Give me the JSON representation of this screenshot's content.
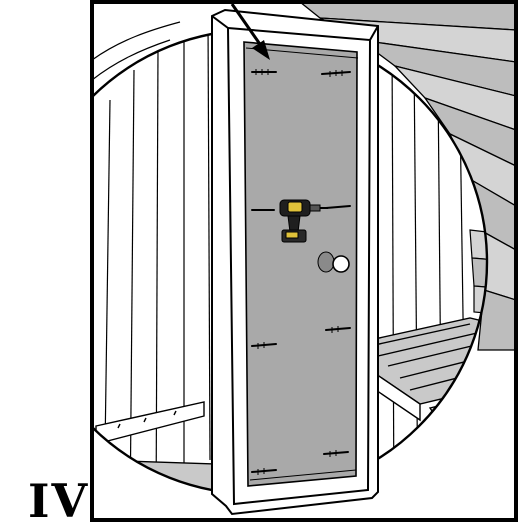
{
  "figure": {
    "step_label": "IV",
    "scene": "sauna-door-panel-installation",
    "colors": {
      "frame": "#000000",
      "door_panel": "#a9a9a9",
      "wood": "#ffffff",
      "bench_slat": "#c9c9c9",
      "roof_slat": "#bdbdbd",
      "drill_body": "#1f1f1f",
      "drill_accent": "#e0c23a"
    },
    "screws": {
      "left_count": 4,
      "right_count": 4
    }
  }
}
